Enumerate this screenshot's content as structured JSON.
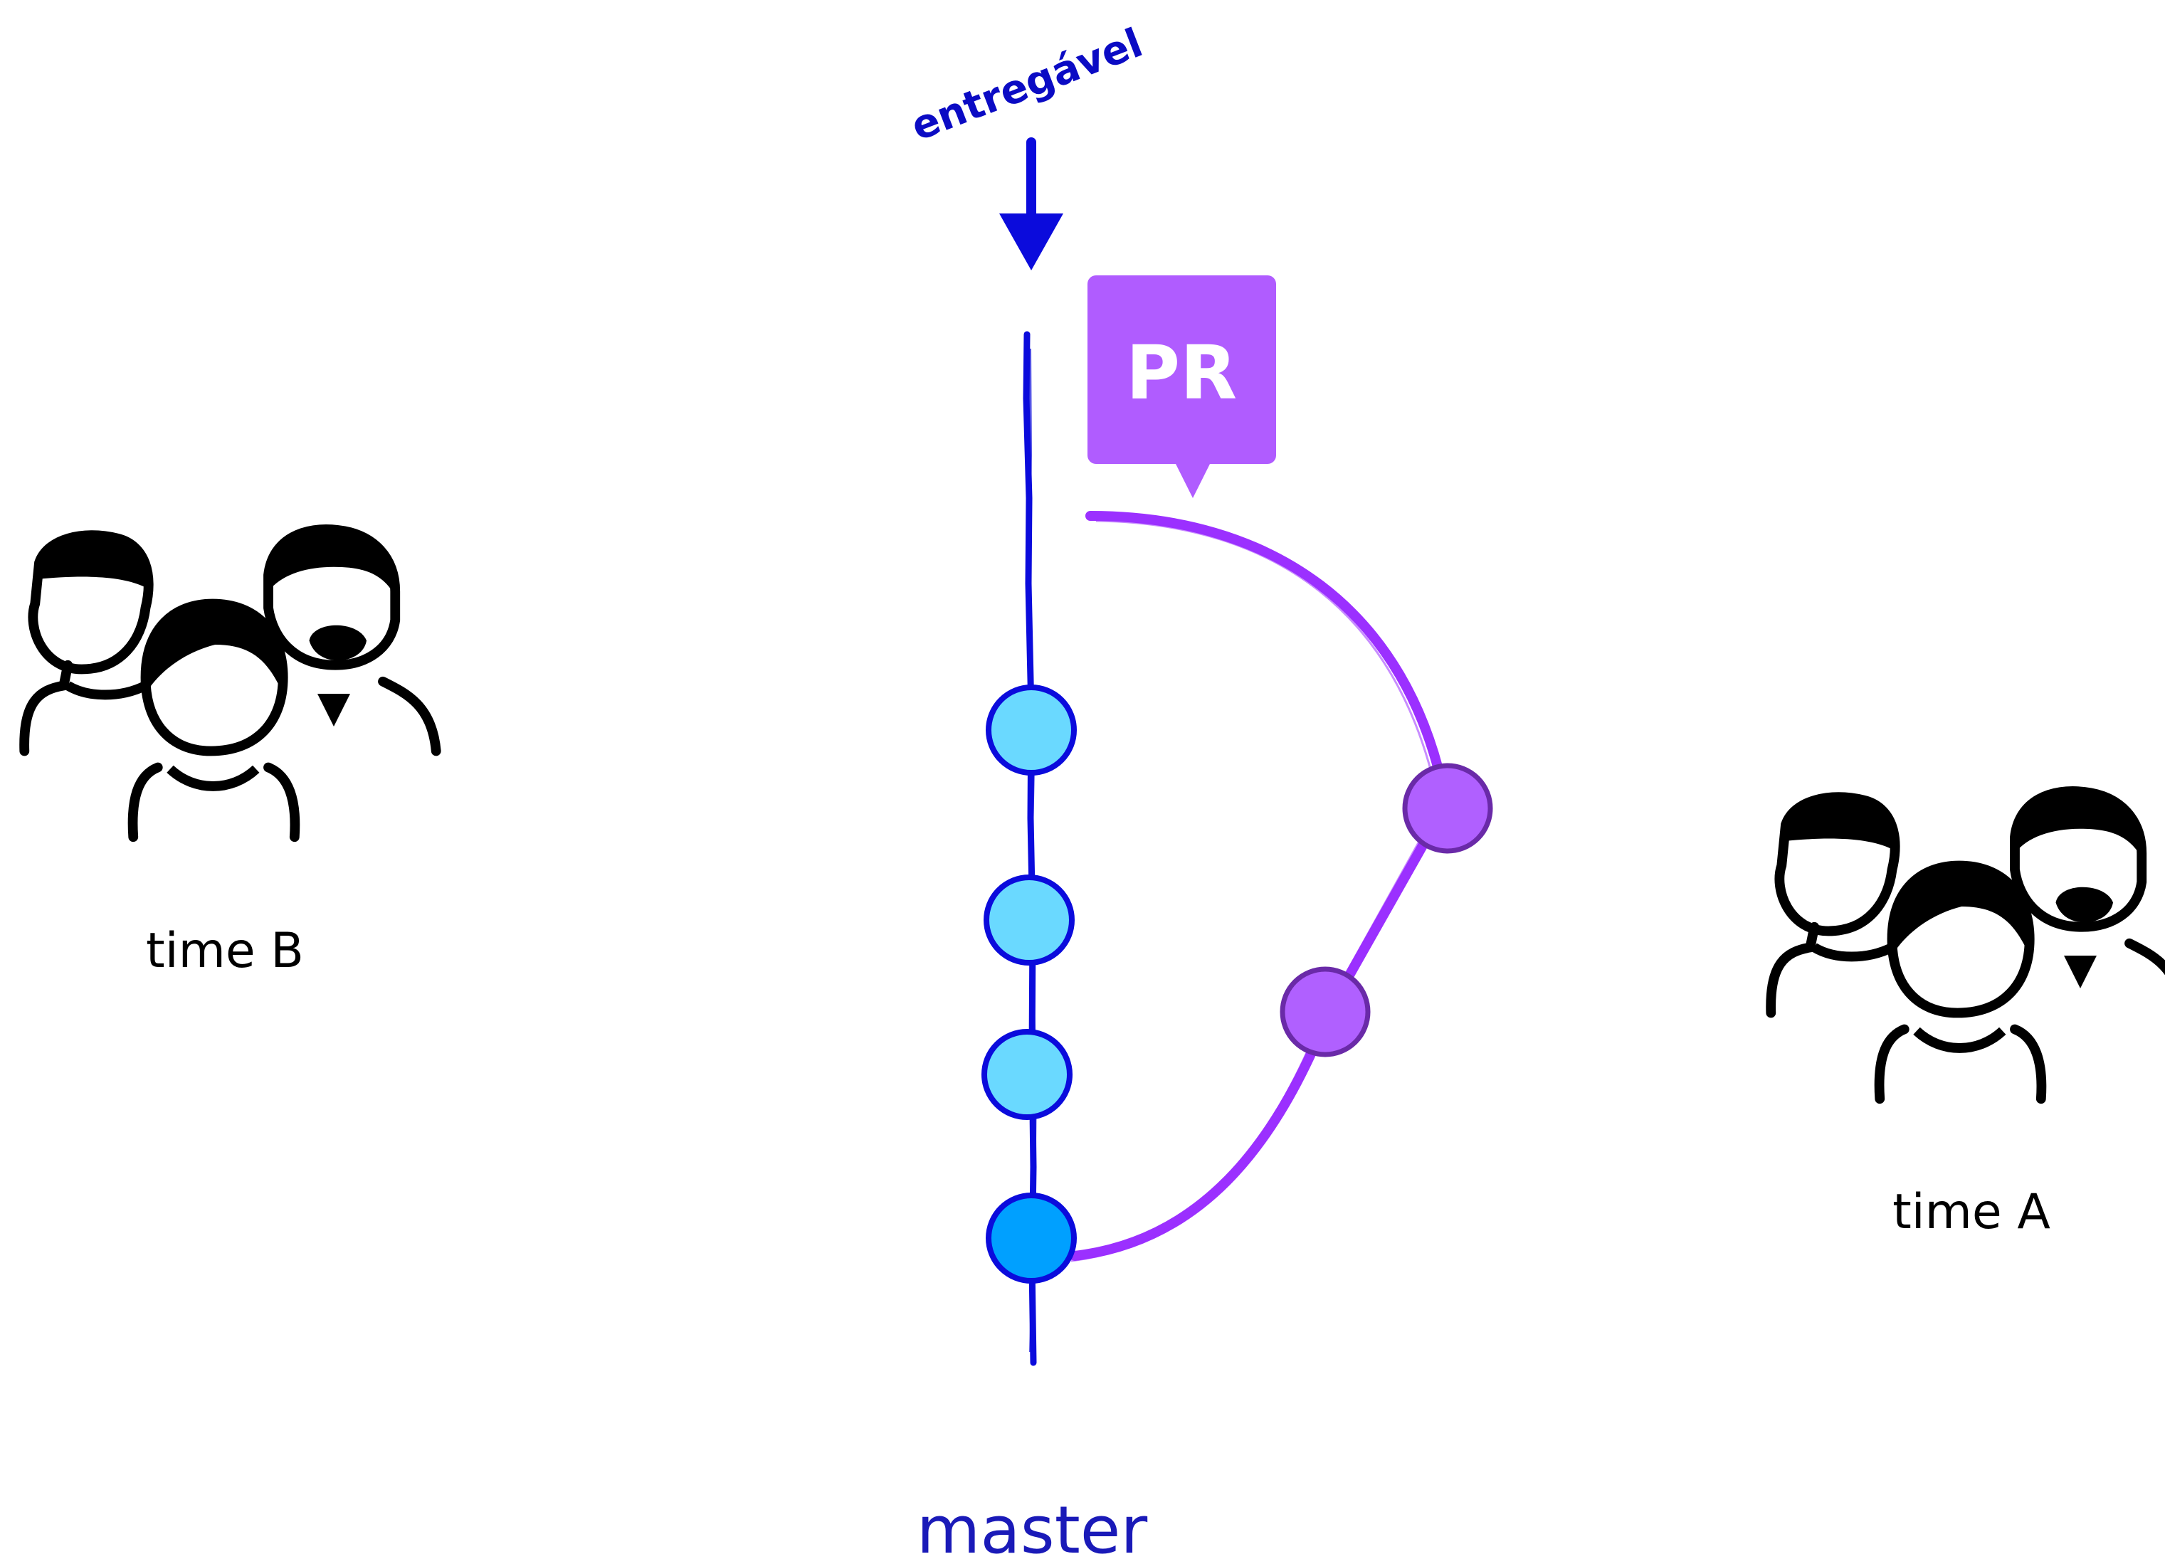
{
  "labels": {
    "deliverable": "entregável",
    "pull_request": "PR",
    "trunk": "master",
    "team_left": "time B",
    "team_right": "time A"
  },
  "colors": {
    "trunk_line": "#0b0bdc",
    "branch_line": "#9b30ff",
    "pr_badge": "#b05cff",
    "trunk_commit_fill": "#6ad9ff",
    "trunk_commit_stroke": "#0b0bdc",
    "base_commit_fill": "#00a0ff",
    "branch_commit_fill": "#b060ff",
    "branch_commit_stroke": "#6a2aa8",
    "team_icon": "#000000"
  },
  "icons": {
    "left_team": "team-icon",
    "right_team": "team-icon",
    "arrow": "arrow-down-icon",
    "pr_badge": "speech-bubble-icon"
  },
  "commits": {
    "trunk_count": 4,
    "branch_count": 2
  }
}
